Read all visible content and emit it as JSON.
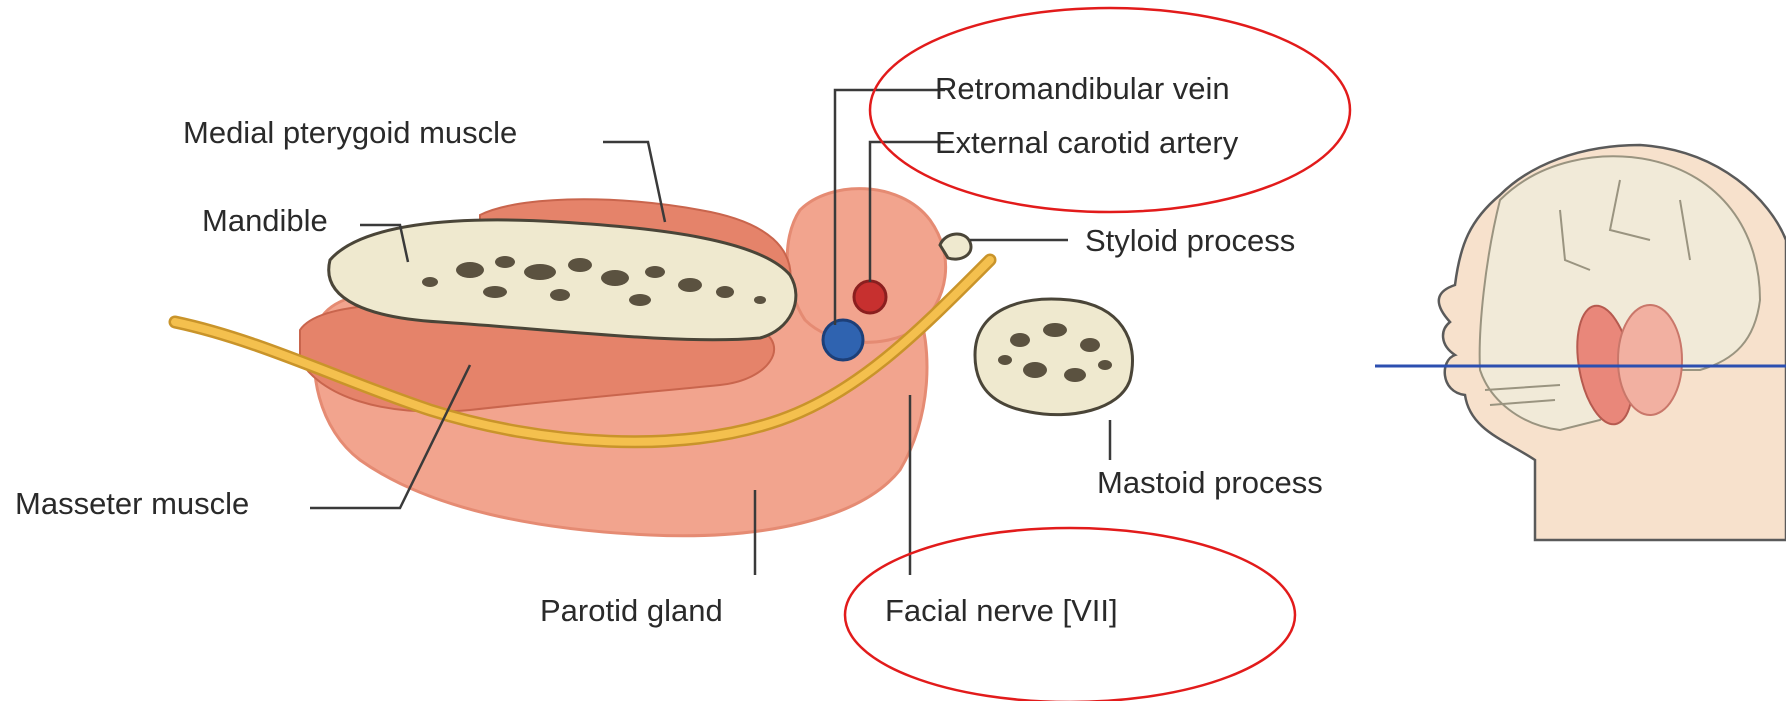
{
  "labels": {
    "medial_pterygoid": "Medial pterygoid muscle",
    "mandible": "Mandible",
    "masseter": "Masseter muscle",
    "parotid_gland": "Parotid gland",
    "facial_nerve": "Facial nerve [VII]",
    "retromandibular_vein": "Retromandibular vein",
    "external_carotid": "External carotid artery",
    "styloid_process": "Styloid process",
    "mastoid_process": "Mastoid process"
  },
  "highlighted_labels": [
    "Retromandibular vein",
    "External carotid artery",
    "Facial nerve [VII]"
  ],
  "colors": {
    "gland": "#f0a08a",
    "muscle": "#e5836a",
    "bone": "#efe9cf",
    "nerve": "#f4c04e",
    "vein": "#2f63b0",
    "artery": "#c7302f",
    "highlight_ellipse": "#e21b1b",
    "plane_line": "#2c4fb0",
    "skin": "#f7e1cc"
  }
}
